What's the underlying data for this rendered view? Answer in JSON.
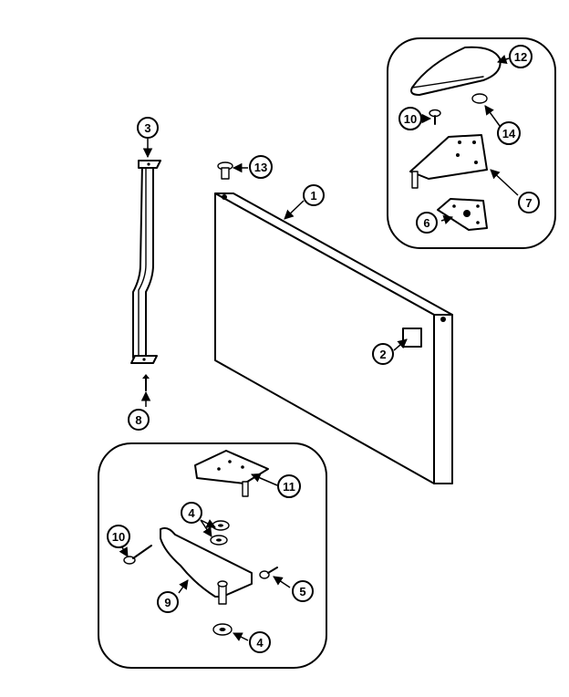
{
  "callouts": [
    {
      "id": "c1",
      "label": "1"
    },
    {
      "id": "c2",
      "label": "2"
    },
    {
      "id": "c3",
      "label": "3"
    },
    {
      "id": "c8a",
      "label": "8"
    },
    {
      "id": "c13",
      "label": "13"
    },
    {
      "id": "c12",
      "label": "12"
    },
    {
      "id": "c10a",
      "label": "10"
    },
    {
      "id": "c14",
      "label": "14"
    },
    {
      "id": "c7",
      "label": "7"
    },
    {
      "id": "c6",
      "label": "6"
    },
    {
      "id": "c11",
      "label": "11"
    },
    {
      "id": "c4a",
      "label": "4"
    },
    {
      "id": "c10b",
      "label": "10"
    },
    {
      "id": "c5",
      "label": "5"
    },
    {
      "id": "c9",
      "label": "9"
    },
    {
      "id": "c4b",
      "label": "4"
    }
  ]
}
